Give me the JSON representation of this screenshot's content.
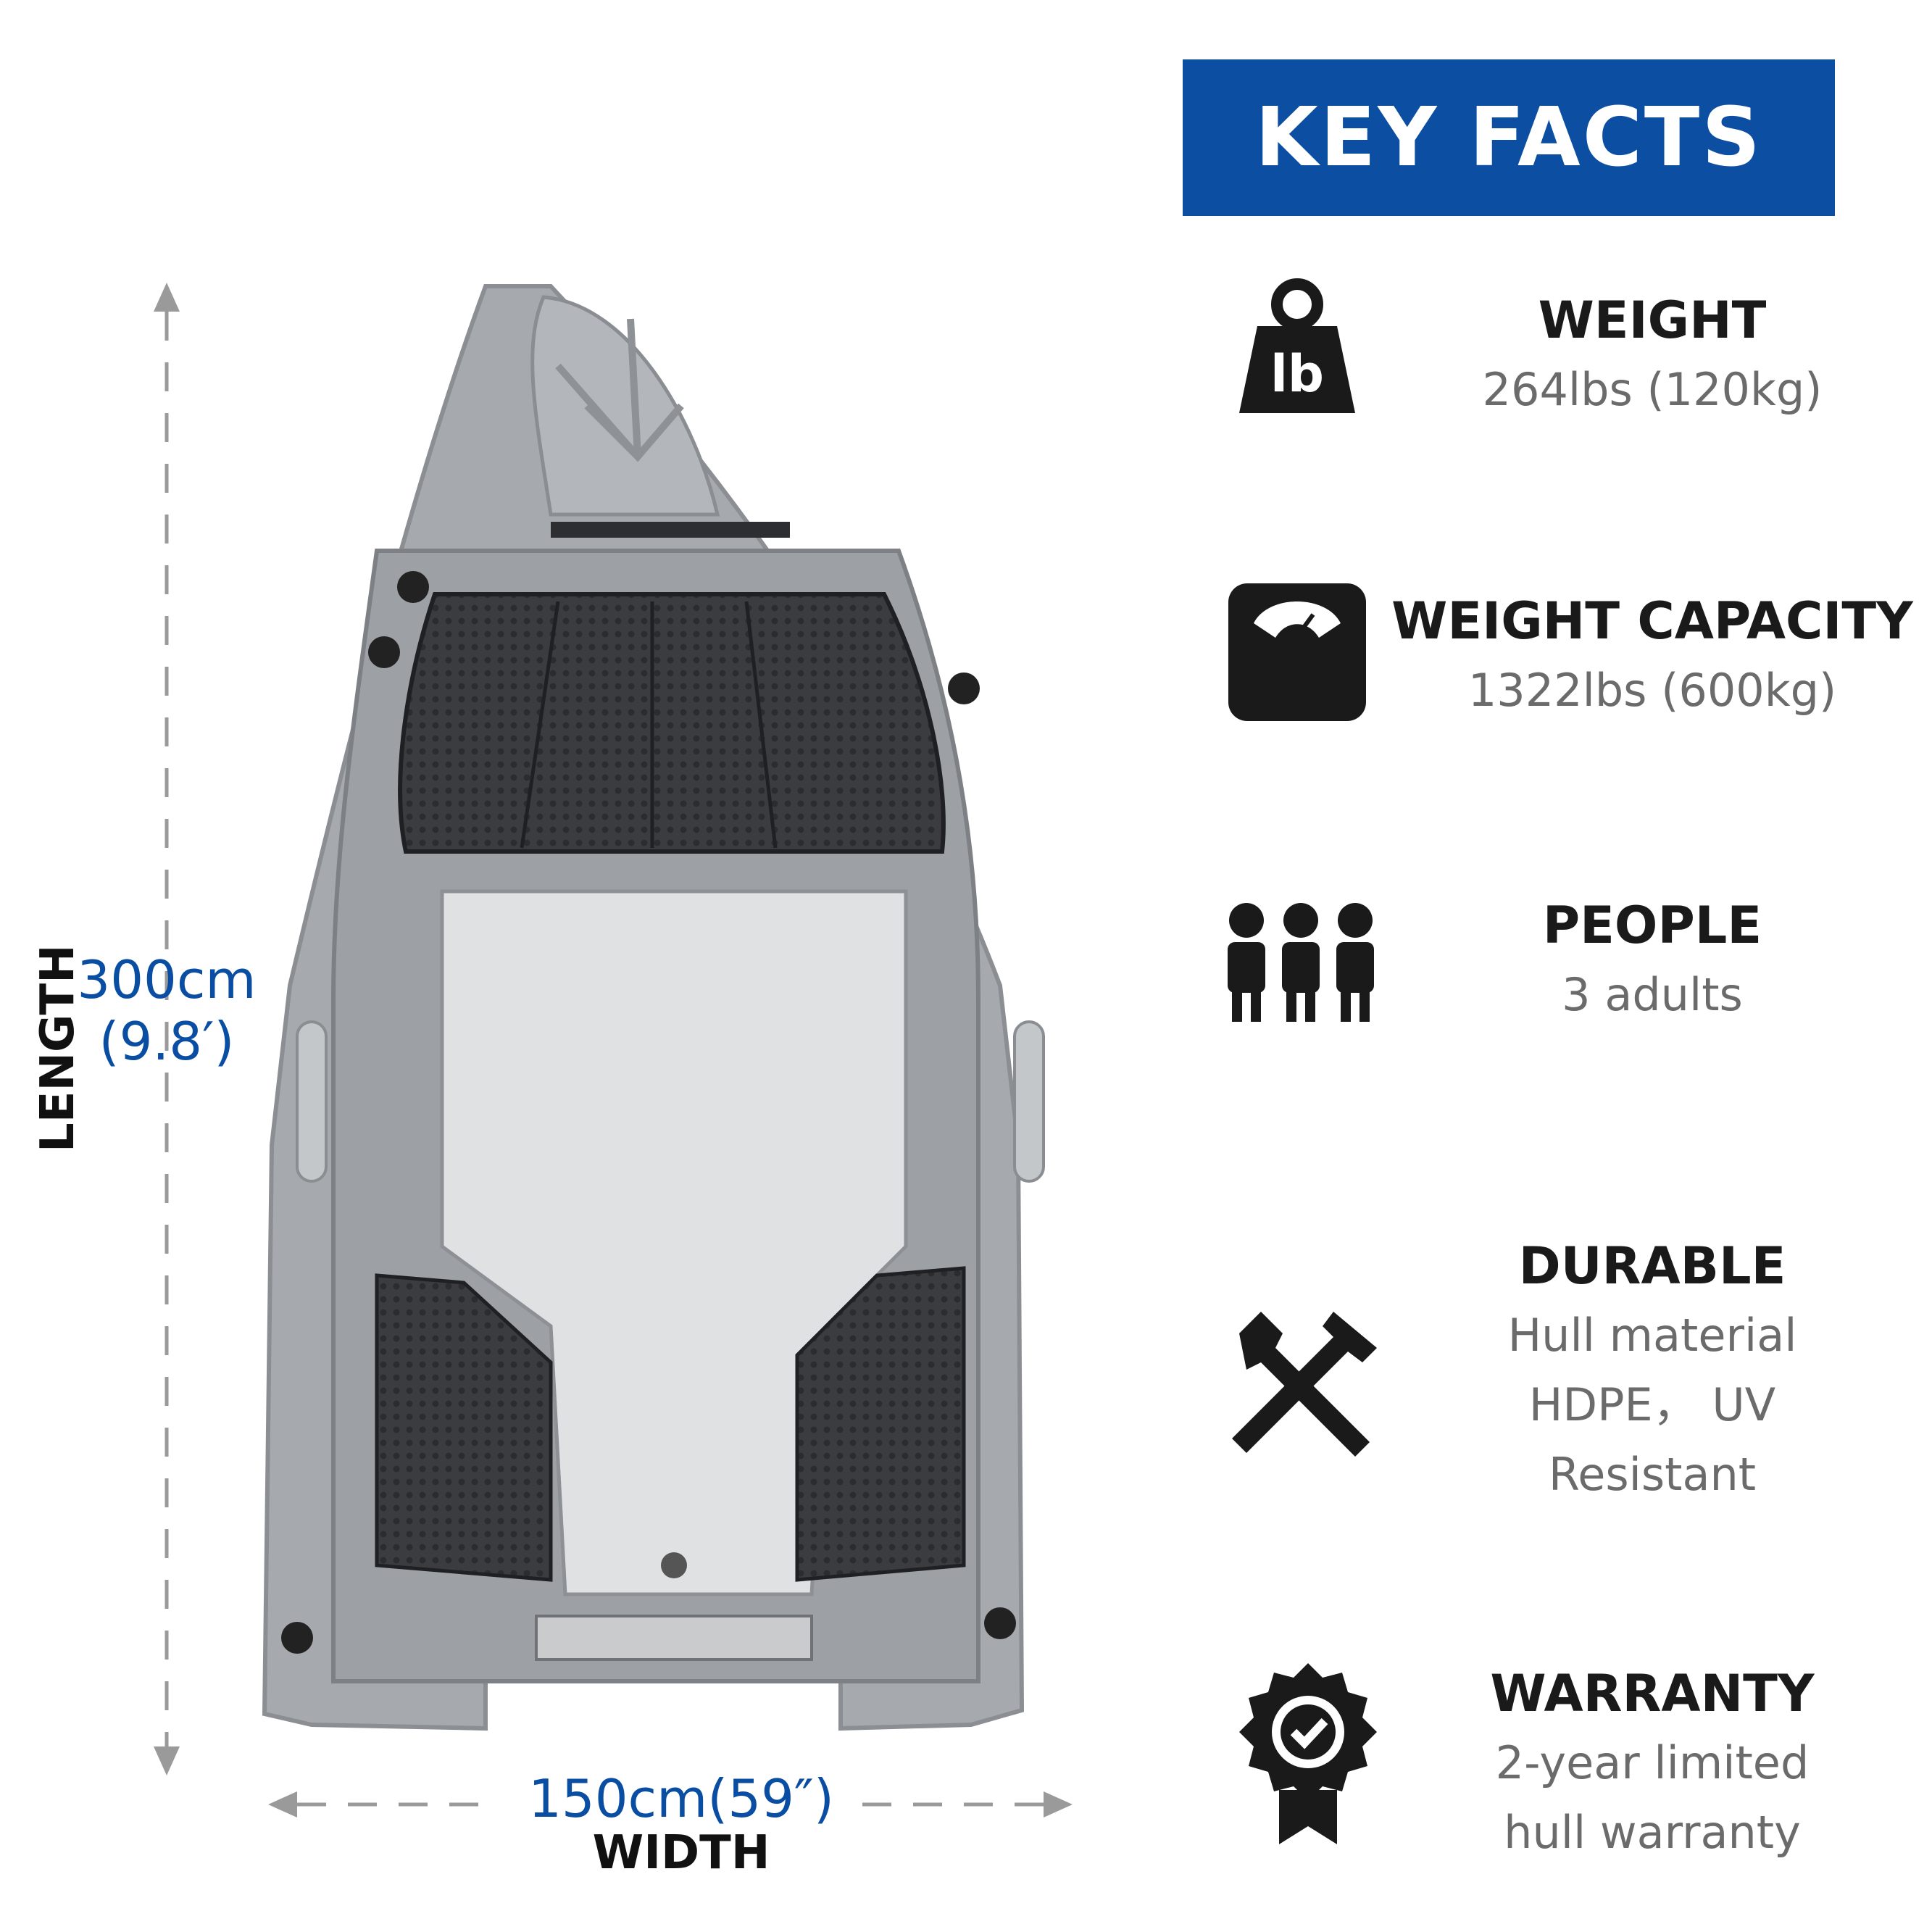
{
  "dimensions": {
    "length_label": "LENGTH",
    "length_metric": "300cm",
    "length_imperial": "(9.8′)",
    "width_metric": "150cm(59″)",
    "width_label": "WIDTH"
  },
  "key_facts": {
    "title": "KEY FACTS",
    "items": [
      {
        "icon": "weight-lb-icon",
        "title": "WEIGHT",
        "lines": [
          "264lbs (120kg)"
        ]
      },
      {
        "icon": "scale-icon",
        "title": "WEIGHT CAPACITY",
        "lines": [
          "1322lbs (600kg)"
        ]
      },
      {
        "icon": "people-icon",
        "title": "PEOPLE",
        "lines": [
          "3 adults"
        ]
      },
      {
        "icon": "tools-icon",
        "title": "DURABLE",
        "lines": [
          "Hull material",
          "HDPE， UV",
          "Resistant"
        ]
      },
      {
        "icon": "warranty-badge-icon",
        "title": "WARRANTY",
        "lines": [
          "2-year limited",
          "hull warranty"
        ]
      }
    ]
  },
  "colors": {
    "accent_blue": "#0b4ea2",
    "dimension_blue": "#0a4ea3",
    "hull_gray": "#a9adb1",
    "mat_black": "#3a3c40"
  }
}
